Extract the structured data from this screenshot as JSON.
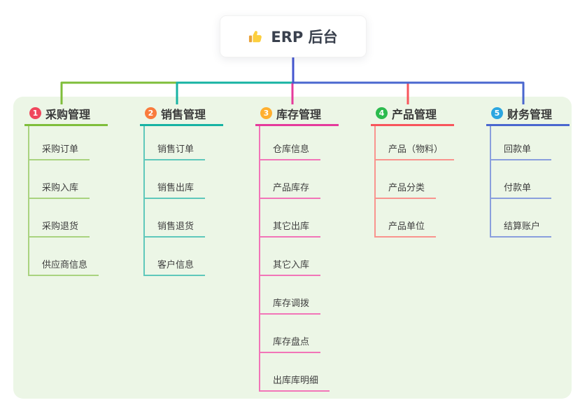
{
  "root": {
    "title": "ERP 后台",
    "icon": "thumbs-up"
  },
  "colors": {
    "canvas_bg": "#ffffff",
    "panel_bg": "#ecf6e6",
    "root_stem": "#4456d0",
    "text": "#3a3a3a"
  },
  "branches": [
    {
      "num": "1",
      "label": "采购管理",
      "badge_color": "#f0465c",
      "line_color": "#7fbe3b",
      "child_line_color": "#a9d37f",
      "children": [
        "采购订单",
        "采购入库",
        "采购退货",
        "供应商信息"
      ]
    },
    {
      "num": "2",
      "label": "销售管理",
      "badge_color": "#f97b3d",
      "line_color": "#17b3a3",
      "child_line_color": "#5fc8bb",
      "children": [
        "销售订单",
        "销售出库",
        "销售退货",
        "客户信息"
      ]
    },
    {
      "num": "3",
      "label": "库存管理",
      "badge_color": "#ffaf2e",
      "line_color": "#e53b9c",
      "child_line_color": "#f275b8",
      "children": [
        "仓库信息",
        "产品库存",
        "其它出库",
        "其它入库",
        "库存调拨",
        "库存盘点",
        "出库库明细"
      ]
    },
    {
      "num": "4",
      "label": "产品管理",
      "badge_color": "#2cbb4e",
      "line_color": "#f8555c",
      "child_line_color": "#f9948e",
      "children": [
        "产品（物料）",
        "产品分类",
        "产品单位"
      ]
    },
    {
      "num": "5",
      "label": "财务管理",
      "badge_color": "#2ba6e0",
      "line_color": "#4a67cf",
      "child_line_color": "#8a9fdd",
      "children": [
        "回款单",
        "付款单",
        "结算账户"
      ]
    }
  ]
}
